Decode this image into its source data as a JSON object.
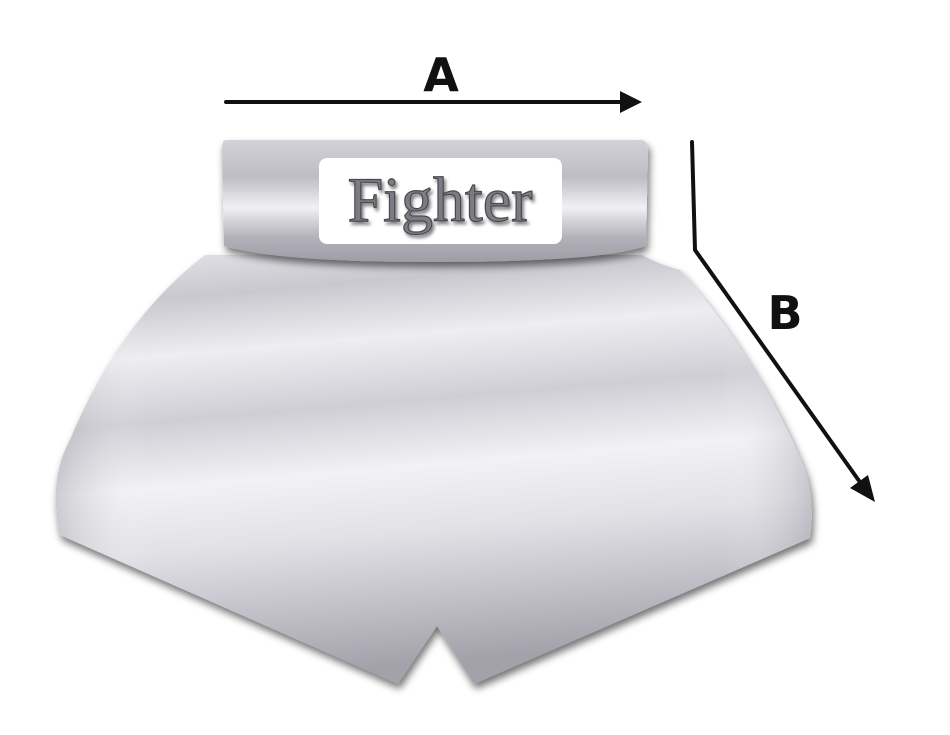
{
  "labels": {
    "waist_dimension": "A",
    "length_dimension": "B"
  },
  "waistband": {
    "logo_text": "Fighter"
  },
  "colors": {
    "arrow": "#111111",
    "fabric_light": "#f0f0f3",
    "fabric_mid": "#d6d5dc",
    "fabric_shadow": "#a9a8b2",
    "logo_panel": "#ffffff"
  }
}
